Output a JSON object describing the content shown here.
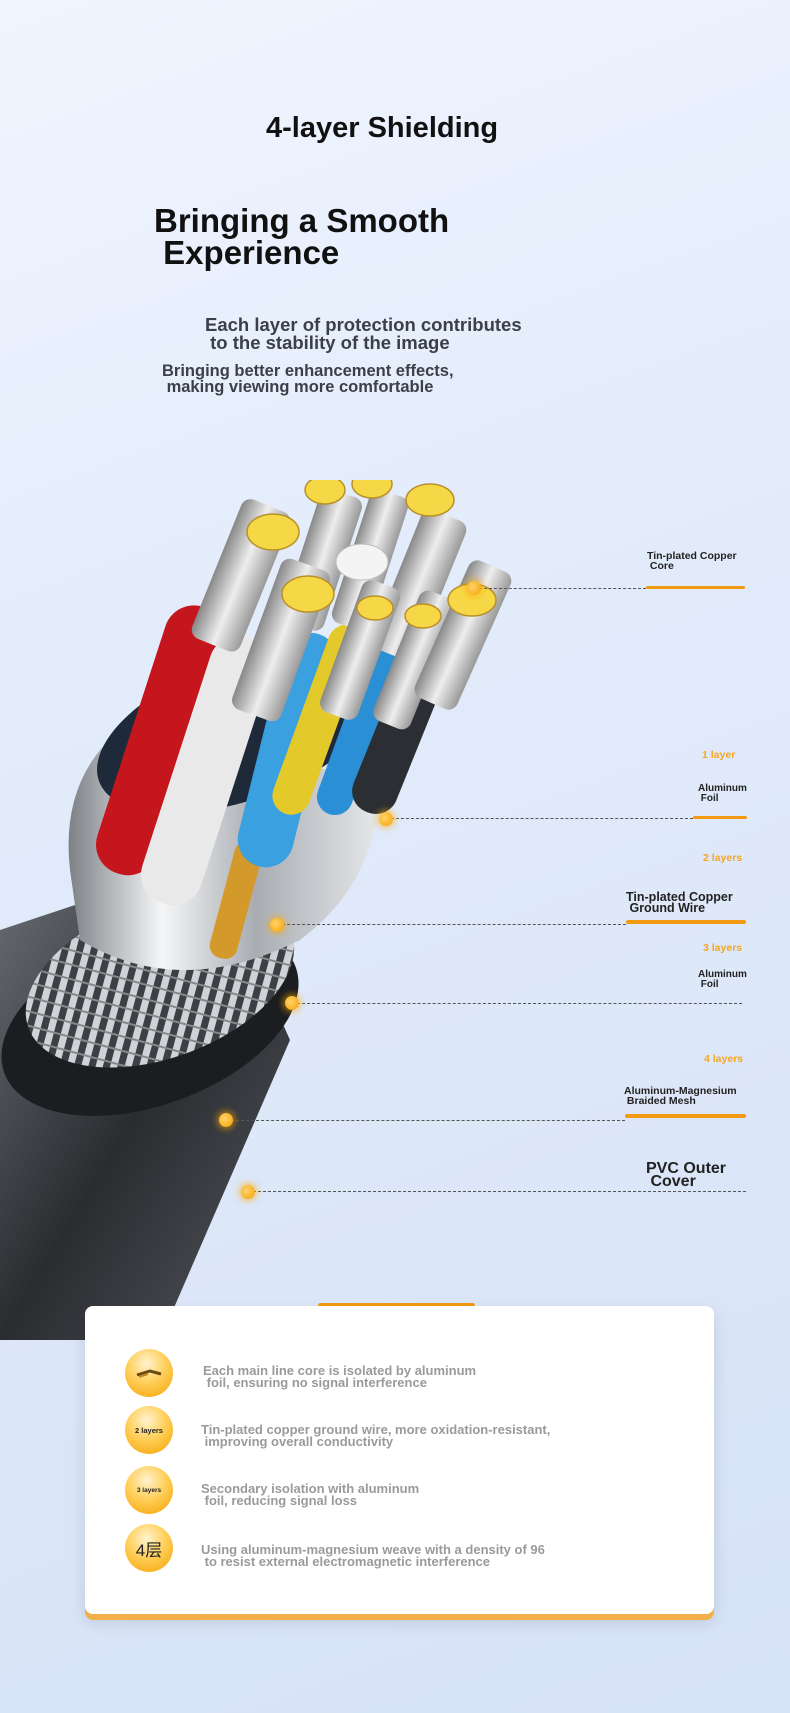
{
  "header": {
    "title": "4-layer Shielding",
    "subtitle": "Bringing a Smooth\n Experience",
    "desc1": "Each layer of protection contributes\n to the stability of the image",
    "desc2": "Bringing better enhancement effects,\n making viewing more comfortable"
  },
  "callouts": [
    {
      "layer": "",
      "label": "Tin-plated Copper\n Core"
    },
    {
      "layer": "1 layer",
      "label": "Aluminum\n Foil"
    },
    {
      "layer": "2 layers",
      "label": "Tin-plated Copper\n Ground Wire"
    },
    {
      "layer": "3 layers",
      "label": "Aluminum\n Foil"
    },
    {
      "layer": "4 layers",
      "label": "Aluminum-Magnesium\n Braided Mesh"
    },
    {
      "layer": "",
      "label": "PVC Outer\n Cover"
    }
  ],
  "features": [
    {
      "badge": "",
      "icon": "copper-wire-icon",
      "text": "Each main line core is isolated by aluminum\n foil, ensuring no signal interference"
    },
    {
      "badge": "2 layers",
      "text": "Tin-plated copper ground wire, more oxidation-resistant,\n improving overall conductivity"
    },
    {
      "badge": "3 layers",
      "text": "Secondary isolation with aluminum\n foil, reducing signal loss"
    },
    {
      "badge": "4层",
      "text": "Using aluminum-magnesium weave with a density of 96\n to resist external electromagnetic interference"
    }
  ],
  "colors": {
    "accent": "#f29b12",
    "text_dark": "#111111",
    "text_mid": "#3a3f4a",
    "text_muted": "#9a9a9a"
  }
}
